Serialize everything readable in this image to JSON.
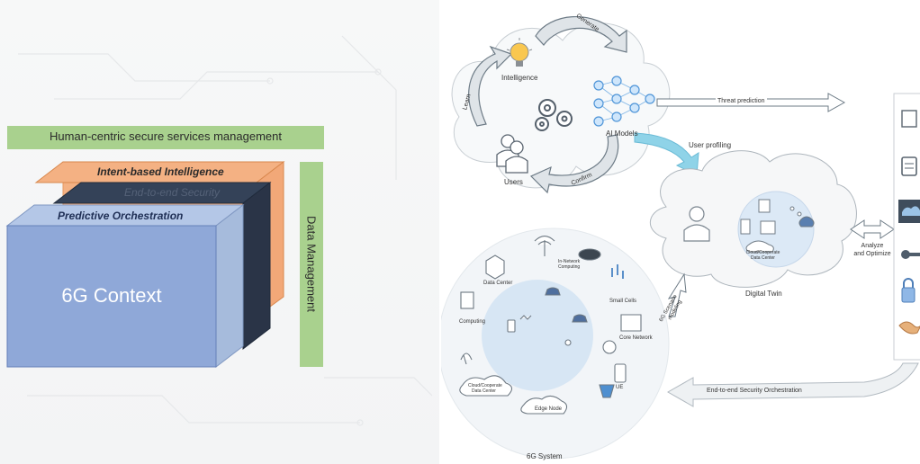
{
  "left": {
    "top_bar": "Human-centric secure services management",
    "side_bar": "Data Management",
    "layer_intent": "Intent-based Intelligence",
    "layer_security": "End-to-end Security",
    "layer_orchestration": "Predictive Orchestration",
    "cube_label": "6G Context"
  },
  "right": {
    "cycle": {
      "intelligence": "Intelligence",
      "ai_models": "AI Models",
      "users": "Users",
      "learn": "Learn",
      "generate": "Generate",
      "confirm": "Confirm"
    },
    "threat_prediction": "Threat prediction",
    "user_profiling": "User profiling",
    "digital_twin": "Digital Twin",
    "cloud_data_center_small": "Cloud/Cooperate Data Center",
    "analyze_optimize": [
      "Analyze",
      "and Optimize"
    ],
    "scenario_modeling": [
      "6G Scenario",
      "modeling"
    ],
    "e2e_orchestration": "End-to-end Security Orchestration",
    "system": {
      "data_center": "Data Center",
      "in_network_computing": [
        "In-Network",
        "Computing"
      ],
      "small_cells": "Small Cells",
      "computing": "Computing",
      "core_network": "Core Network",
      "ue": "UE",
      "cloud_data_center": [
        "Cloud/Cooperate",
        "Data Center"
      ],
      "edge_node": "Edge Node",
      "title": "6G System"
    }
  },
  "colors": {
    "green": "#a9d18e",
    "orange": "#f4b183",
    "navy": "#2f3a4f",
    "light_blue": "#b4c7e7",
    "cube_blue": "#8fa8d8",
    "teal_arrow": "#8fd3e8"
  }
}
